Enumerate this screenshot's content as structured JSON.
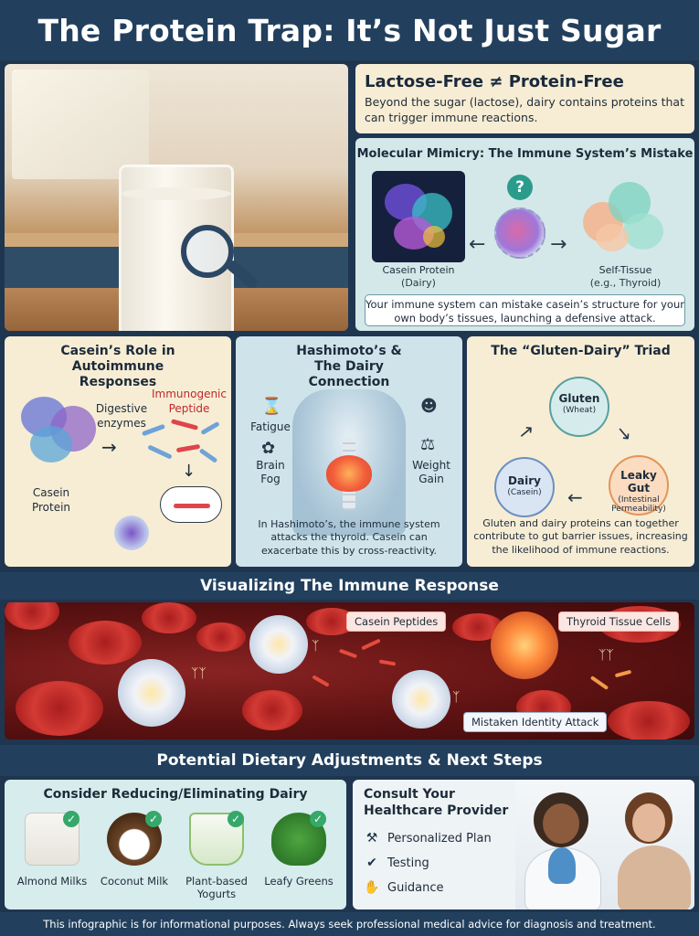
{
  "title": "The Protein Trap: It’s Not Just Sugar",
  "lactose": {
    "heading": "Lactose-Free ≠ Protein-Free",
    "body": "Beyond the sugar (lactose), dairy contains proteins that can trigger immune reactions."
  },
  "mimicry": {
    "heading": "Molecular Mimicry: The Immune System’s Mistake",
    "question": "?",
    "casein_label": "Casein Protein",
    "casein_sub": "(Dairy)",
    "tissue_label": "Self-Tissue",
    "tissue_sub": "(e.g., Thyroid)",
    "note": "Your immune system can mistake casein’s structure for your own body’s tissues, launching a defensive attack."
  },
  "casein_role": {
    "heading": "Casein’s Role in Autoimmune Responses",
    "enzymes": "Digestive enzymes",
    "peptide": "Immunogenic Peptide",
    "protein": "Casein Protein"
  },
  "hashimoto": {
    "heading": "Hashimoto’s & The Dairy Connection",
    "fatigue": "Fatigue",
    "brain_fog": "Brain Fog",
    "weight_gain": "Weight Gain",
    "note": "In Hashimoto’s, the immune system attacks the thyroid. Casein can exacerbate this by cross-reactivity."
  },
  "triad": {
    "heading": "The “Gluten-Dairy” Triad",
    "gluten": "Gluten",
    "gluten_sub": "(Wheat)",
    "dairy": "Dairy",
    "dairy_sub": "(Casein)",
    "leaky": "Leaky Gut",
    "leaky_sub": "(Intestinal Permeability)",
    "note": "Gluten and dairy proteins can together contribute to gut barrier issues, increasing the likelihood of immune reactions."
  },
  "immune": {
    "heading": "Visualizing The Immune Response",
    "casein_peptides": "Casein Peptides",
    "thyroid_cells": "Thyroid Tissue Cells",
    "mistaken": "Mistaken Identity Attack"
  },
  "steps": {
    "heading": "Potential Dietary Adjustments & Next Steps",
    "diet_heading": "Consider Reducing/Eliminating Dairy",
    "foods": [
      {
        "label": "Almond Milks"
      },
      {
        "label": "Coconut Milk"
      },
      {
        "label": "Plant-based Yogurts"
      },
      {
        "label": "Leafy Greens"
      }
    ],
    "consult_heading": "Consult Your Healthcare Provider",
    "consult_items": [
      "Personalized Plan",
      "Testing",
      "Guidance"
    ]
  },
  "footer": "This infographic is for informational purposes. Always seek professional medical advice for diagnosis and treatment."
}
